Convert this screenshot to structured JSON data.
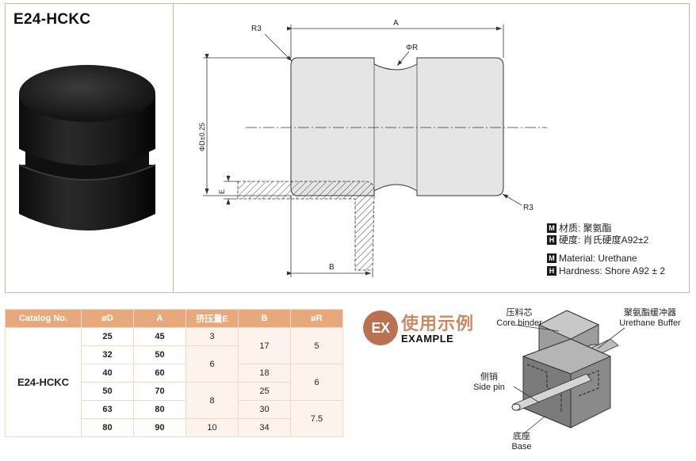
{
  "product": {
    "title": "E24-HCKC"
  },
  "drawing": {
    "label_r3_top": "R3",
    "label_r3_bottom": "R3",
    "label_a": "A",
    "label_phi_r": "ΦR",
    "label_phi_d": "ΦD±0.25",
    "label_e": "E",
    "label_b": "B"
  },
  "specs": [
    {
      "badge": "M",
      "text": "材质: 聚氨酯"
    },
    {
      "badge": "H",
      "text": "硬度: 肖氏硬度A92±2"
    },
    {
      "badge": "M",
      "text": "Material: Urethane"
    },
    {
      "badge": "H",
      "text": "Hardness: Shore A92 ± 2"
    }
  ],
  "table": {
    "headers": [
      "Catalog No.",
      "øD",
      "A",
      "挤压量E",
      "B",
      "øR"
    ],
    "catalog": "E24-HCKC",
    "D": [
      "25",
      "32",
      "40",
      "50",
      "63",
      "80"
    ],
    "A": [
      "45",
      "50",
      "60",
      "70",
      "80",
      "90"
    ],
    "E": [
      "3",
      "6",
      "8",
      "10"
    ],
    "B": [
      "17",
      "18",
      "25",
      "30",
      "34"
    ],
    "R": [
      "5",
      "6",
      "7.5"
    ]
  },
  "example": {
    "badge": "EX",
    "title_cn": "使用示例",
    "title_en": "EXAMPLE",
    "core_binder_cn": "压料芯",
    "core_binder_en": "Core binder",
    "buffer_cn": "聚氨酯缓冲器",
    "buffer_en": "Urethane  Buffer",
    "side_pin_cn": "侧销",
    "side_pin_en": "Side pin",
    "base_cn": "底座",
    "base_en": "Base"
  }
}
